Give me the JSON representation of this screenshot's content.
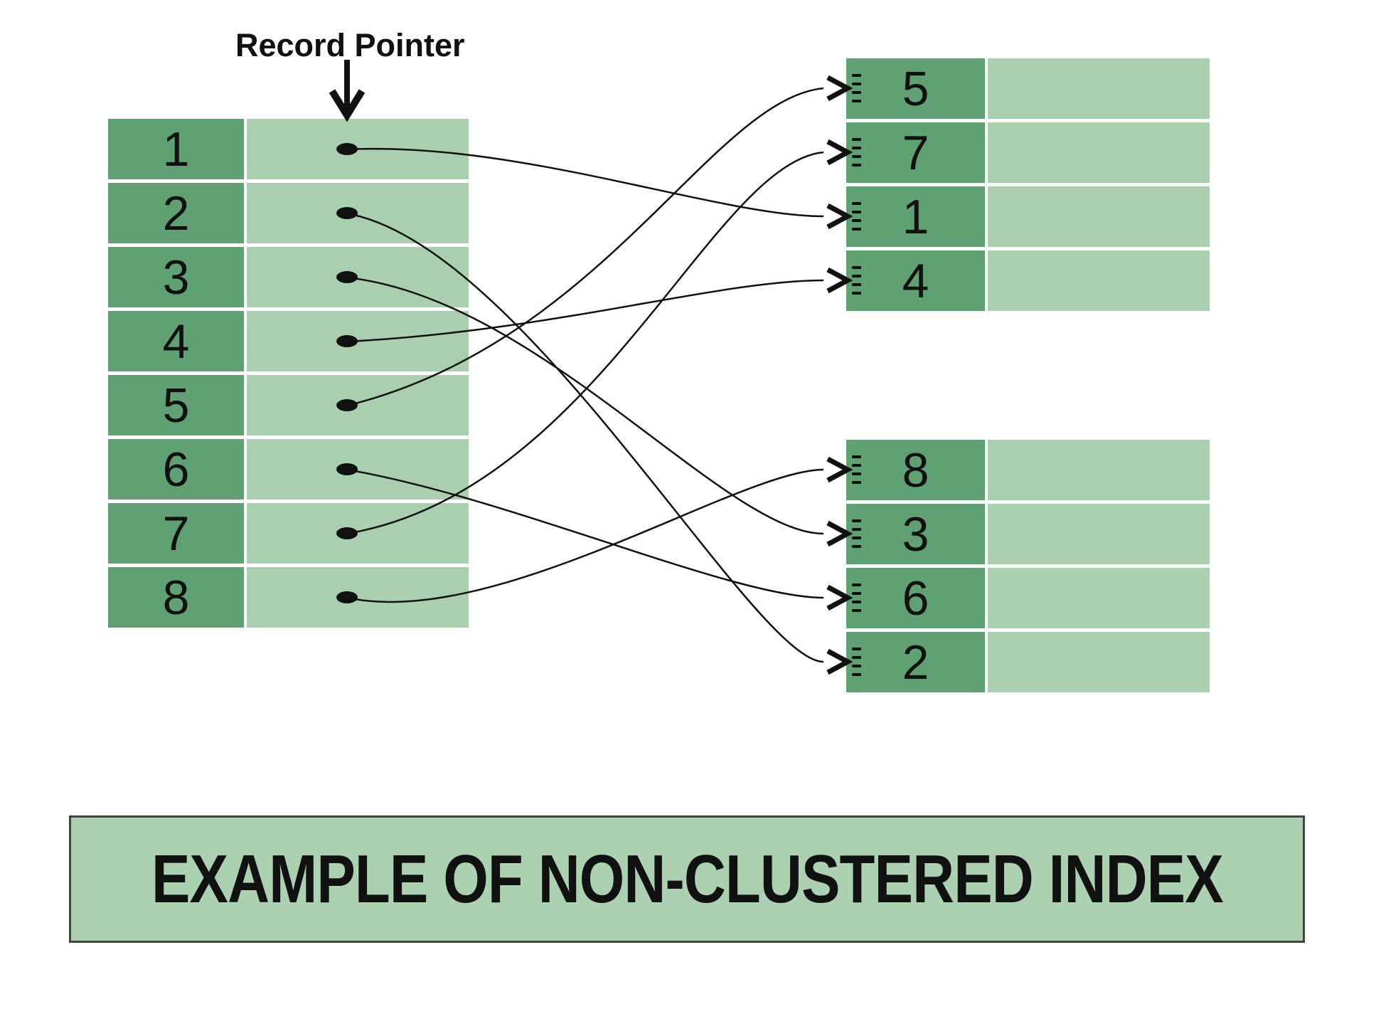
{
  "record_pointer_label": "Record Pointer",
  "title_banner": {
    "text": "EXAMPLE OF NON-CLUSTERED INDEX"
  },
  "colors": {
    "dark_green": "#5fa172",
    "light_green": "#a9cfae",
    "banner_green": "#abd1b0",
    "ink": "#111111"
  },
  "left_table": {
    "description": "index keys with record pointers",
    "rows": [
      {
        "key": "1"
      },
      {
        "key": "2"
      },
      {
        "key": "3"
      },
      {
        "key": "4"
      },
      {
        "key": "5"
      },
      {
        "key": "6"
      },
      {
        "key": "7"
      },
      {
        "key": "8"
      }
    ]
  },
  "top_right_table": {
    "description": "data page 1 (unordered rows)",
    "rows": [
      {
        "key": "5"
      },
      {
        "key": "7"
      },
      {
        "key": "1"
      },
      {
        "key": "4"
      }
    ]
  },
  "bottom_right_table": {
    "description": "data page 2 (unordered rows)",
    "rows": [
      {
        "key": "8"
      },
      {
        "key": "3"
      },
      {
        "key": "6"
      },
      {
        "key": "2"
      }
    ]
  },
  "connections": [
    {
      "from_row": "1",
      "to_table": "top_right_table",
      "to_key": "1"
    },
    {
      "from_row": "2",
      "to_table": "bottom_right_table",
      "to_key": "2"
    },
    {
      "from_row": "3",
      "to_table": "bottom_right_table",
      "to_key": "3"
    },
    {
      "from_row": "4",
      "to_table": "top_right_table",
      "to_key": "4"
    },
    {
      "from_row": "5",
      "to_table": "top_right_table",
      "to_key": "5"
    },
    {
      "from_row": "6",
      "to_table": "bottom_right_table",
      "to_key": "6"
    },
    {
      "from_row": "7",
      "to_table": "top_right_table",
      "to_key": "7"
    },
    {
      "from_row": "8",
      "to_table": "bottom_right_table",
      "to_key": "8"
    }
  ]
}
